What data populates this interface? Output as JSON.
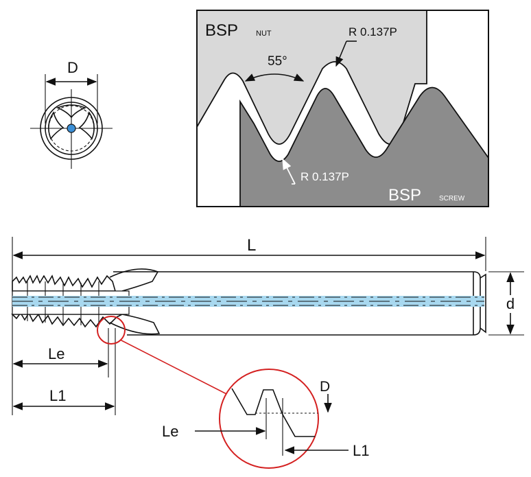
{
  "colors": {
    "nut_fill": "#d9d9d9",
    "screw_fill": "#8c8c8c",
    "coolant_blue": "#a8d8ef",
    "detail_circle": "#d42020",
    "line": "#111111"
  },
  "end_view": {
    "dim_label": "D"
  },
  "thread_profile": {
    "nut_label": "BSP",
    "nut_sub": "NUT",
    "screw_label": "BSP",
    "screw_sub": "SCREW",
    "angle_label": "55°",
    "radius_top_label": "R 0.137P",
    "radius_bottom_label": "R 0.137P"
  },
  "side_view": {
    "length_label": "L",
    "diameter_label": "d",
    "le_label": "Le",
    "l1_label": "L1"
  },
  "detail_view": {
    "d_label": "D",
    "le_label": "Le",
    "l1_label": "L1"
  }
}
